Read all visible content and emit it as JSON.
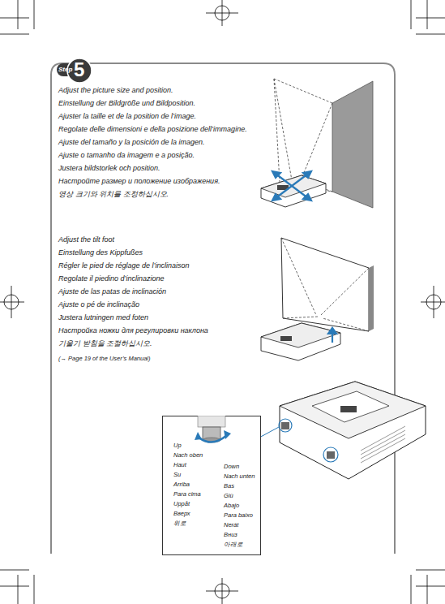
{
  "diagram": {
    "nodes": [
      {
        "text": [
          "Step",
          "5"
        ]
      },
      {
        "text": [
          "Up",
          "Nach oben",
          "Haut",
          "Su",
          "Arriba",
          "Para cima",
          "Uppåt",
          "Вверх",
          "위로",
          "Down",
          "Nach unten",
          "Bas",
          "Giù",
          "Abajo",
          "Para baixo",
          "Nerát",
          "Вниз",
          "아래로"
        ]
      }
    ],
    "edges": [],
    "labels": [
      "Adjust the picture size and position.",
      "Einstellung der Bildgröße und Bildposition.",
      "Ajuster la taille et de la position de l’image.",
      "Regolate delle dimensioni e della posizione dell’immagine.",
      "Ajuste del tamaño y la posición de la imagen.",
      "Ajuste o tamanho da imagem e a posição.",
      "Justera bildstorlek och position.",
      "Настройте размер и положение изображения.",
      "영상 크기와 위치를 조정하십시오.",
      "Adjust the tilt foot",
      "Einstellung des Kippfußes",
      "Régler le pied de réglage de l’inclinaison",
      "Regolate il piedino d’inclinazione",
      "Ajuste de las patas de inclinación",
      "Ajuste o pé de inclinação",
      "Justera lutningen med foten",
      "Настройка ножки для регулировки наклона",
      "기울기 받침을 조절하십시오.",
      "(→ Page 19 of the User’s Manual)"
    ]
  }
}
